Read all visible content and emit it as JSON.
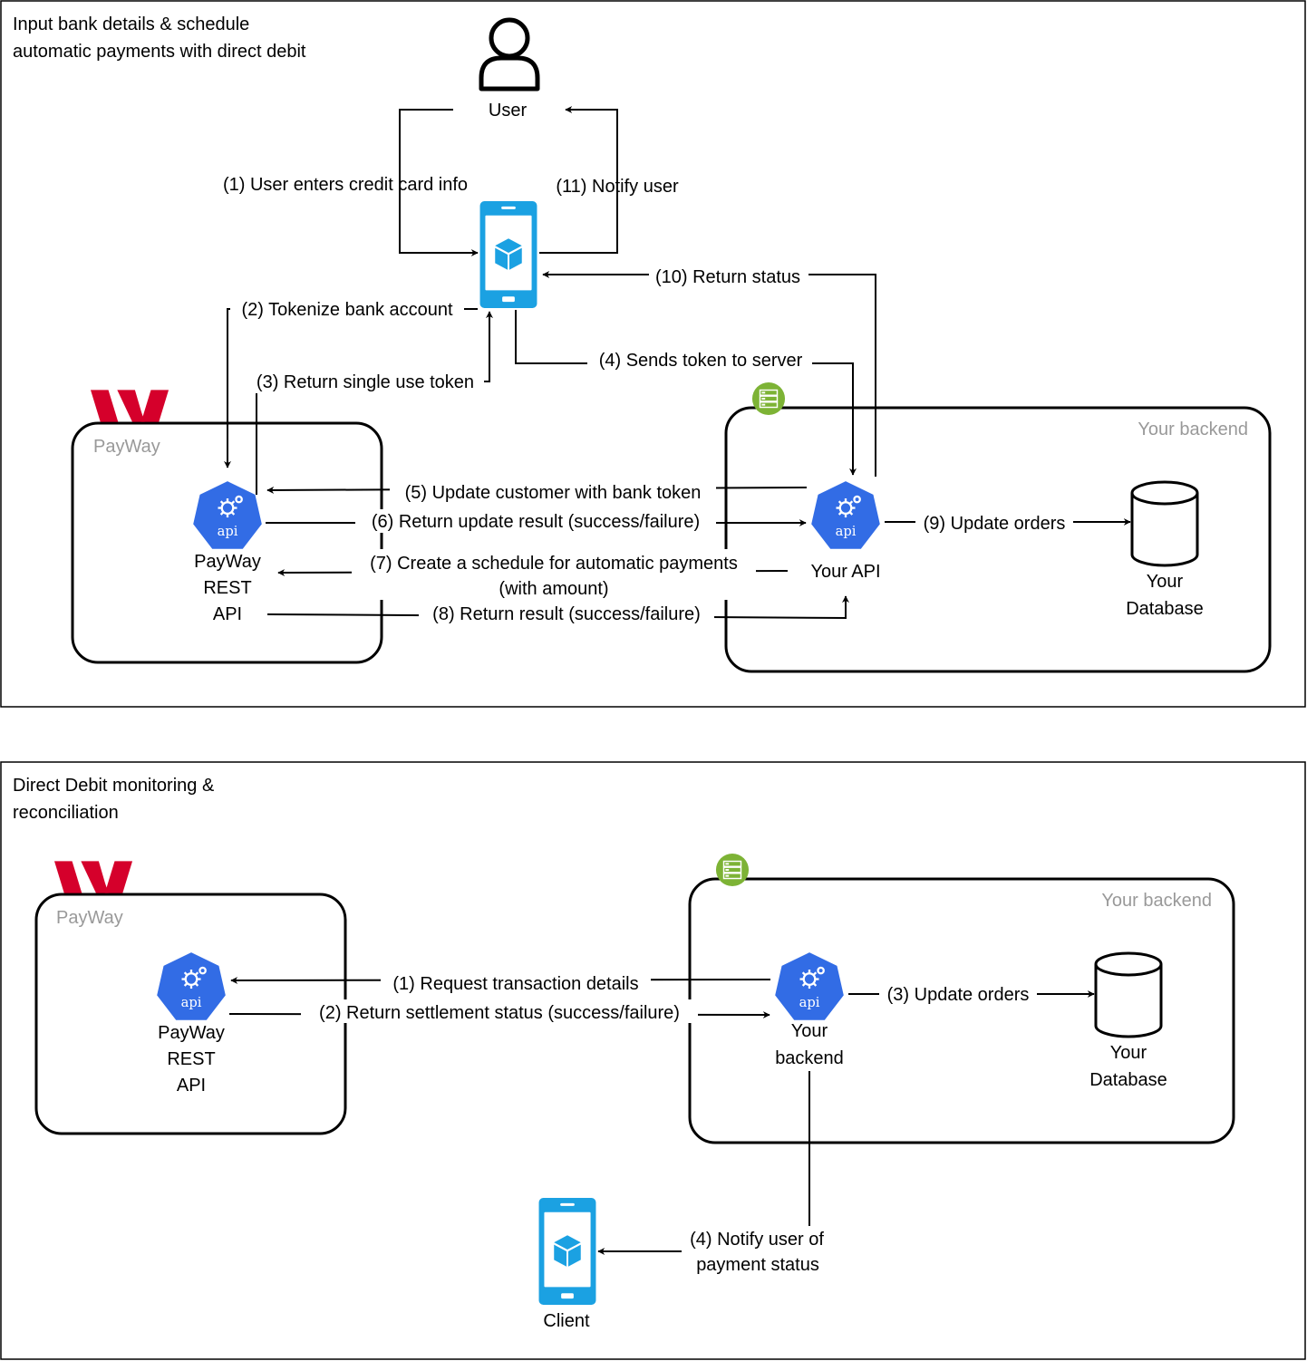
{
  "panel1": {
    "title_line1": "Input bank details & schedule",
    "title_line2": "automatic payments with direct debit",
    "user_label": "User",
    "payway_group_label": "PayWay",
    "backend_group_label": "Your backend",
    "payway_api_line1": "PayWay",
    "payway_api_line2": "REST",
    "payway_api_line3": "API",
    "your_api_label": "Your API",
    "database_line1": "Your",
    "database_line2": "Database",
    "steps": {
      "s1": "(1) User enters credit card info",
      "s2": "(2) Tokenize bank account",
      "s3": "(3) Return single use token",
      "s4": "(4) Sends token to server",
      "s5": "(5) Update customer with bank token",
      "s6": "(6) Return update result (success/failure)",
      "s7_line1": "(7) Create a schedule for automatic payments",
      "s7_line2": "(with amount)",
      "s8": "(8) Return result (success/failure)",
      "s9": "(9) Update orders",
      "s10": "(10) Return status",
      "s11": "(11) Notify user"
    }
  },
  "panel2": {
    "title_line1": "Direct Debit monitoring &",
    "title_line2": "reconciliation",
    "payway_group_label": "PayWay",
    "backend_group_label": "Your backend",
    "payway_api_line1": "PayWay",
    "payway_api_line2": "REST",
    "payway_api_line3": "API",
    "backend_line1": "Your",
    "backend_line2": "backend",
    "database_line1": "Your",
    "database_line2": "Database",
    "client_label": "Client",
    "steps": {
      "s1": "(1) Request transaction details",
      "s2": "(2) Return settlement status (success/failure)",
      "s3": "(3) Update orders",
      "s4_line1": "(4) Notify user of",
      "s4_line2": "payment status"
    }
  },
  "icons": [
    "user-icon",
    "mobile-app-icon",
    "payway-logo",
    "api-icon",
    "server-icon",
    "database-icon"
  ],
  "colors": {
    "api_blue": "#326CE5",
    "mobile_blue": "#1BA1E2",
    "payway_red": "#D5002B",
    "server_green": "#7DB335",
    "label_grey": "#999999"
  }
}
